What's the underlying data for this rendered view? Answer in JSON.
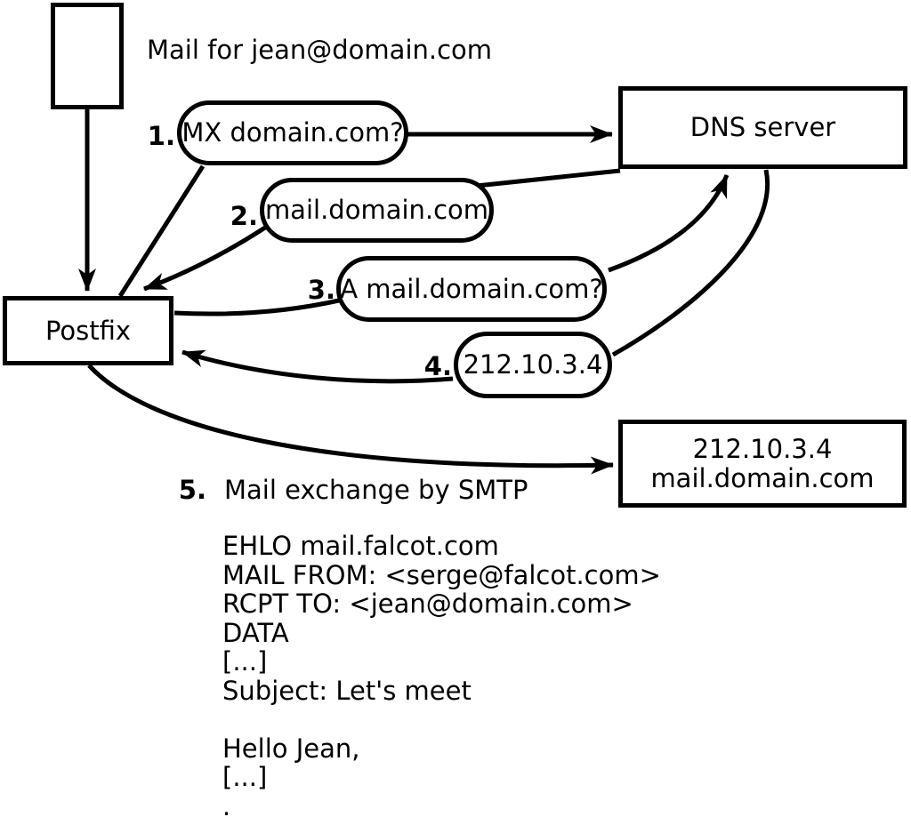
{
  "title": "Mail for jean@domain.com",
  "nodes": {
    "postfix": {
      "label": "Postfix"
    },
    "dns": {
      "label": "DNS server"
    },
    "mailserver": {
      "line1": "212.10.3.4",
      "line2": "mail.domain.com"
    }
  },
  "steps": [
    {
      "num": "1.",
      "label": "MX domain.com?"
    },
    {
      "num": "2.",
      "label": "mail.domain.com"
    },
    {
      "num": "3.",
      "label": "A mail.domain.com?"
    },
    {
      "num": "4.",
      "label": "212.10.3.4"
    },
    {
      "num": "5.",
      "label": "Mail exchange by SMTP"
    }
  ],
  "smtp_session": {
    "lines": [
      "EHLO mail.falcot.com",
      "MAIL FROM: <serge@falcot.com>",
      "RCPT TO: <jean@domain.com>",
      "DATA",
      "[...]",
      "Subject: Let's meet",
      "",
      "Hello Jean,",
      "[...]",
      "."
    ]
  },
  "colors": {
    "ink": "#000000",
    "background": "#ffffff"
  }
}
